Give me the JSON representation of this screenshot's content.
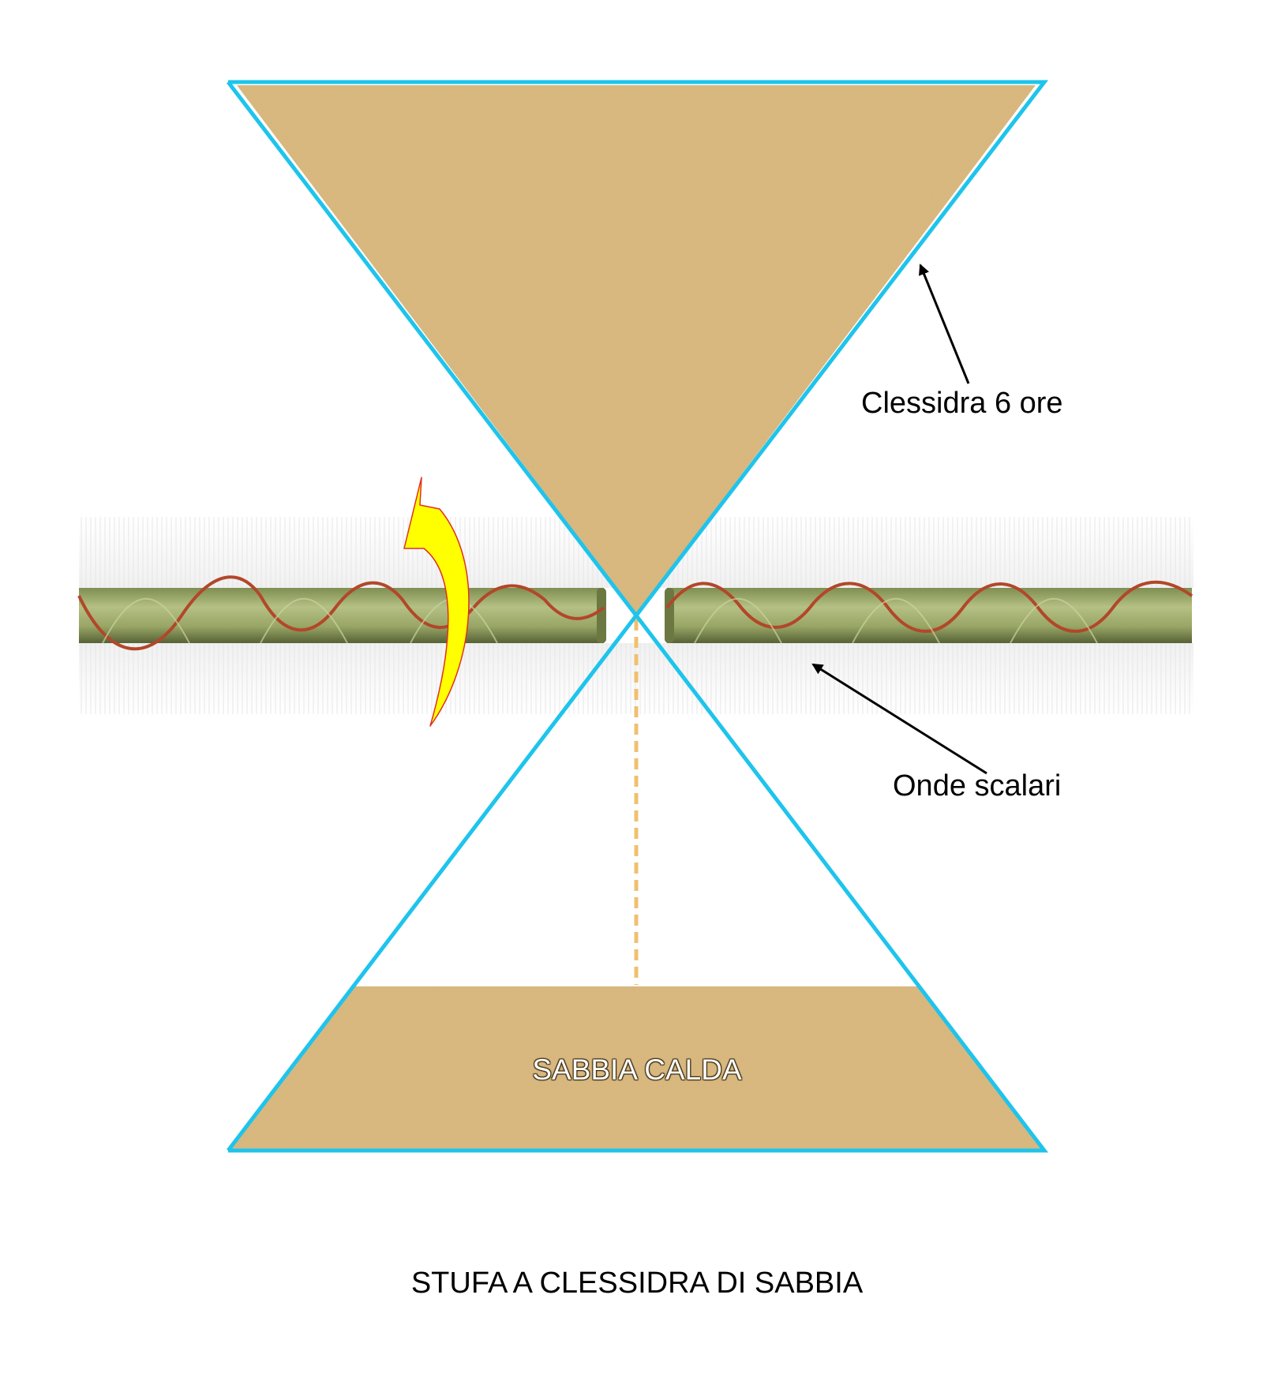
{
  "labels": {
    "hourglass": "Clessidra 6 ore",
    "waves": "Onde scalari",
    "sand": "SABBIA CALDA"
  },
  "caption": "STUFA A CLESSIDRA DI SABBIA",
  "colors": {
    "outline": "#1ec4ec",
    "sand": "#dcba7e",
    "sand_dark": "#c9a468",
    "tube": "#9aa869",
    "coil": "#b2472a",
    "stream": "#f0c070",
    "rotation_arrow_fill": "#ffff00",
    "rotation_arrow_stroke": "#e03020"
  },
  "icons": [
    "rotation-arrow-icon",
    "pointer-arrow-icon"
  ]
}
